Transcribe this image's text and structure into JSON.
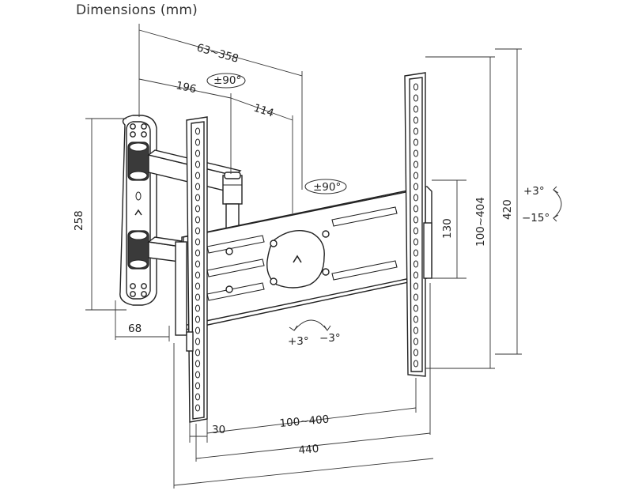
{
  "title": "Dimensions (mm)",
  "dimensions": {
    "arm_extension": "63~358",
    "arm_length_196": "196",
    "arm_length_114": "114",
    "plate_height": "258",
    "plate_width": "68",
    "bracket_height_130": "130",
    "vesa_vertical": "100~404",
    "bracket_height_total": "420",
    "vesa_horizontal": "100~400",
    "rail_width": "30",
    "bracket_width_total": "440"
  },
  "rotations": {
    "arm_swivel_top": "±90°",
    "arm_swivel_mid": "±90°",
    "rotation_plus": "+3°",
    "rotation_minus": "−3°",
    "tilt_up": "+3°",
    "tilt_down": "−15°"
  }
}
